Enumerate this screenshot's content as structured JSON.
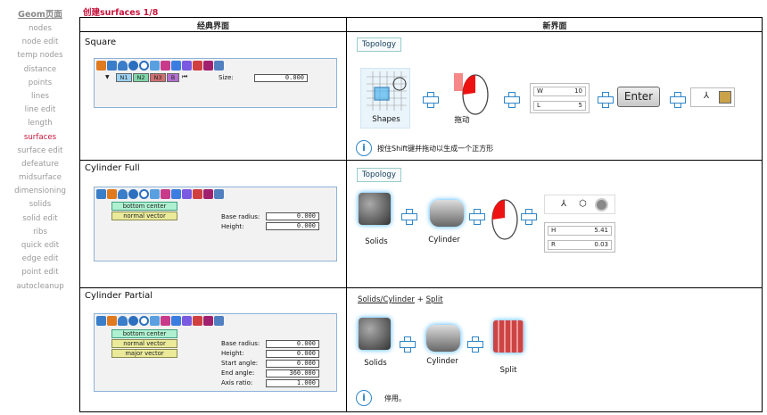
{
  "sidebar": {
    "header": "Geom页面",
    "items": [
      "nodes",
      "node edit",
      "temp nodes",
      "distance",
      "points",
      "lines",
      "line edit",
      "length",
      "surfaces",
      "surface edit",
      "defeature",
      "midsurface",
      "dimensioning",
      "solids",
      "solid edit",
      "ribs",
      "quick edit",
      "edge edit",
      "point edit",
      "autocleanup"
    ],
    "current": "surfaces"
  },
  "page_title": "创建surfaces 1/8",
  "table": {
    "col_classic": "经典界面",
    "col_new": "新界面"
  },
  "rows": [
    {
      "label": "Square",
      "classic": {
        "chips": [
          "N1",
          "N2",
          "N3",
          "B"
        ],
        "size_label": "Size:",
        "size_value": "0.000"
      },
      "new": {
        "tab": "Topology",
        "shapes_caption": "Shapes",
        "drag_caption": "拖动",
        "w_key": "W",
        "w_val": "10",
        "l_key": "L",
        "l_val": "5",
        "enter_label": "Enter",
        "info_text": "按住Shift键并拖动以生成一个正方形"
      }
    },
    {
      "label": "Cylinder Full",
      "classic": {
        "options": [
          "bottom center",
          "normal vector"
        ],
        "labels": [
          "Base radius:",
          "Height:"
        ],
        "values": [
          "0.000",
          "0.000"
        ]
      },
      "new": {
        "tab": "Topology",
        "solids_caption": "Solids",
        "cylinder_caption": "Cylinder",
        "h_key": "H",
        "h_val": "5.41",
        "r_key": "R",
        "r_val": "0.03"
      }
    },
    {
      "label": "Cylinder Partial",
      "classic": {
        "options": [
          "bottom center",
          "normal vector",
          "major vector"
        ],
        "labels": [
          "Base radius:",
          "Height:",
          "Start angle:",
          "End angle:",
          "Axis ratio:"
        ],
        "values": [
          "0.000",
          "0.000",
          "0.000",
          "360.000",
          "1.000"
        ]
      },
      "new": {
        "link_solids": "Solids/Cylinder",
        "link_plus": "+",
        "link_split": "Split",
        "solids_caption": "Solids",
        "cylinder_caption": "Cylinder",
        "split_caption": "Split",
        "info_text": "停用。"
      }
    }
  ],
  "colors": {
    "accent_red": "#c8143c",
    "panel_border": "#8db2d9",
    "option_yellow": "#eaea9a",
    "option_green": "#aef0d0",
    "chip_n1": "#9ad0f0",
    "chip_n2": "#7fd6a8",
    "chip_n3": "#d07070",
    "chip_b": "#b36fcf",
    "info_blue": "#2f86c8"
  }
}
